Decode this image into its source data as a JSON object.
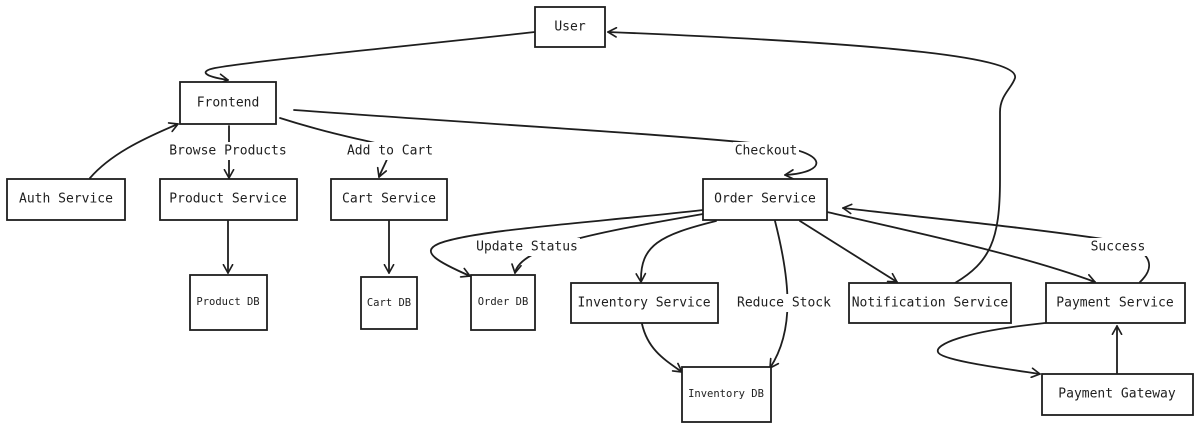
{
  "diagram": {
    "nodes": {
      "user": "User",
      "frontend": "Frontend",
      "auth_service": "Auth Service",
      "product_service": "Product Service",
      "cart_service": "Cart Service",
      "order_service": "Order Service",
      "product_db": "Product DB",
      "cart_db": "Cart DB",
      "order_db": "Order DB",
      "inventory_service": "Inventory Service",
      "notification_service": "Notification Service",
      "payment_service": "Payment Service",
      "inventory_db": "Inventory DB",
      "payment_gateway": "Payment Gateway"
    },
    "edge_labels": {
      "browse_products": "Browse Products",
      "add_to_cart": "Add to Cart",
      "checkout": "Checkout",
      "update_status": "Update Status",
      "reduce_stock": "Reduce Stock",
      "success": "Success"
    },
    "colors": {
      "stroke": "#1e1e1e",
      "fill": "#ffffff"
    }
  }
}
